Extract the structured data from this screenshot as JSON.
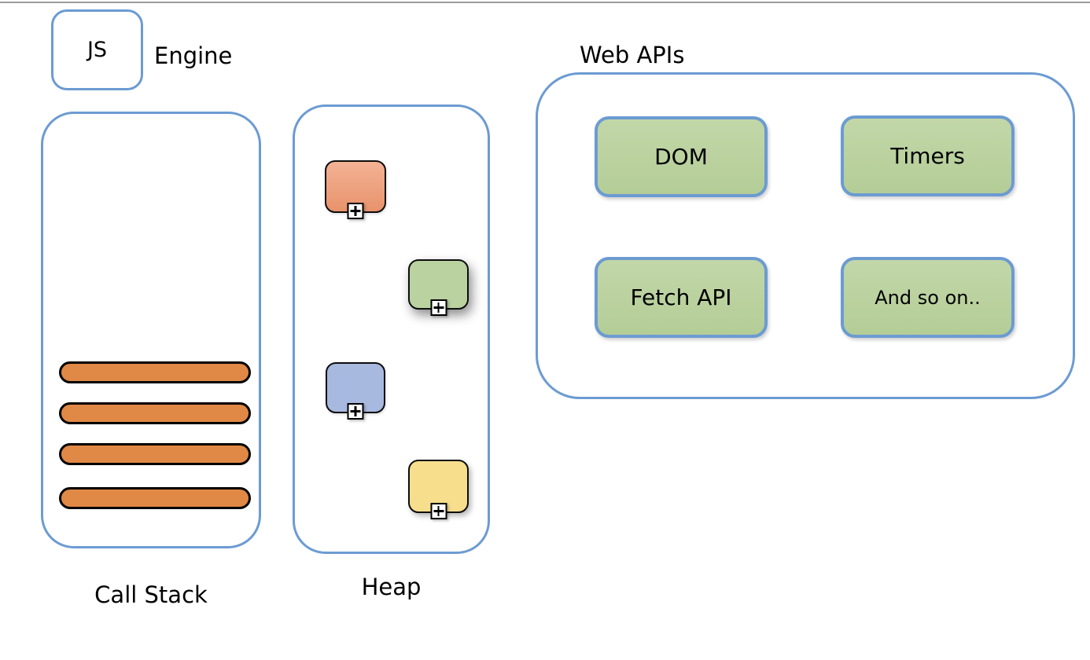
{
  "engine": {
    "js_label": "JS",
    "engine_label": "Engine"
  },
  "call_stack": {
    "label": "Call Stack",
    "frame_count": 4,
    "frame_color": "#e08845"
  },
  "heap": {
    "label": "Heap",
    "object_badge_icon": "plus-icon",
    "objects": [
      {
        "name": "heap-object-salmon",
        "fill": "#efa584"
      },
      {
        "name": "heap-object-green",
        "fill": "#b9d2a0"
      },
      {
        "name": "heap-object-blue",
        "fill": "#a8b9df"
      },
      {
        "name": "heap-object-yellow",
        "fill": "#f7de8c"
      }
    ]
  },
  "web_apis": {
    "label": "Web APIs",
    "items": [
      {
        "label": "DOM"
      },
      {
        "label": "Timers"
      },
      {
        "label": "Fetch API"
      },
      {
        "label": "And so on.."
      }
    ]
  },
  "colors": {
    "outline_blue": "#6c9bd2",
    "api_green": "#bcd3a1",
    "bar_orange": "#e08845",
    "top_rule_gray": "#9a9a9a"
  }
}
